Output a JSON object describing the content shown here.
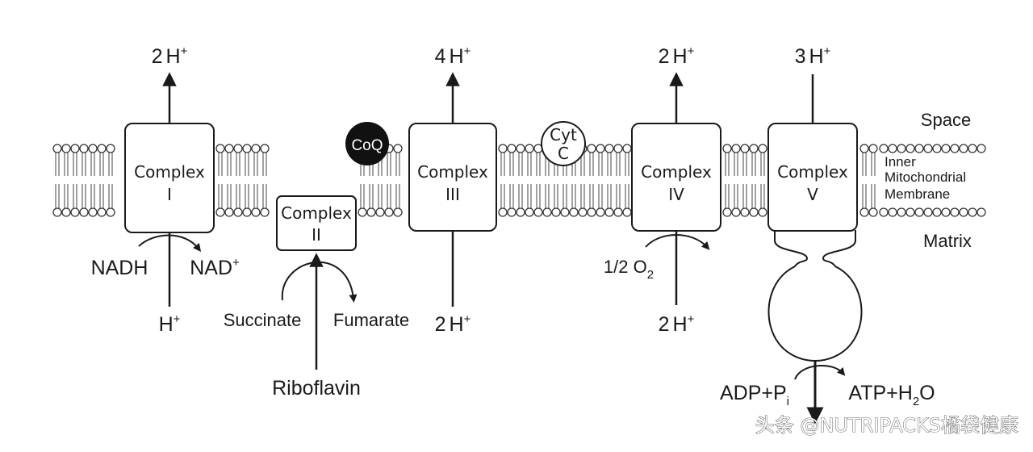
{
  "complexes": [
    {
      "word": "Complex",
      "num": "I"
    },
    {
      "word": "Complex",
      "num": "II"
    },
    {
      "word": "Complex",
      "num": "III"
    },
    {
      "word": "Complex",
      "num": "IV"
    },
    {
      "word": "Complex",
      "num": "V"
    }
  ],
  "carriers": {
    "coq": "CoQ",
    "cyt_line1": "Cyt",
    "cyt_line2": "C"
  },
  "protons_out": {
    "c1": {
      "coef": "2",
      "sym": "H",
      "sup": "+"
    },
    "c3": {
      "coef": "4",
      "sym": "H",
      "sup": "+"
    },
    "c4": {
      "coef": "2",
      "sym": "H",
      "sup": "+"
    },
    "c5": {
      "coef": "3",
      "sym": "H",
      "sup": "+"
    }
  },
  "protons_in": {
    "c1": {
      "sym": "H",
      "sup": "+"
    },
    "c3": {
      "coef": "2",
      "sym": "H",
      "sup": "+"
    },
    "c4": {
      "coef": "2",
      "sym": "H",
      "sup": "+"
    }
  },
  "substrates": {
    "nadh": "NADH",
    "nad": "NAD",
    "nad_sup": "+",
    "succinate": "Succinate",
    "fumarate": "Fumarate",
    "riboflavin": "Riboflavin",
    "oxygen": "1/2 O",
    "oxygen_sub": "2",
    "adp": "ADP+P",
    "adp_sub": "i",
    "atp": "ATP+H",
    "atp_sub": "2",
    "atp_tail": "O"
  },
  "regions": {
    "space": "Space",
    "inner": "Inner",
    "mito": "Mitochondrial",
    "membrane": "Membrane",
    "matrix": "Matrix"
  },
  "watermark": "头条 @NUTRIPACKS橘袋健康"
}
